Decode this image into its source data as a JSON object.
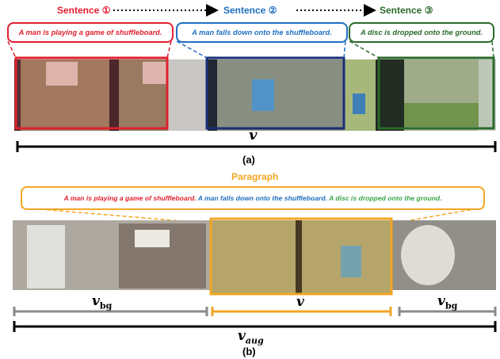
{
  "panel_a": {
    "sentence_headers": [
      {
        "text": "Sentence ①",
        "color": "#e0202f"
      },
      {
        "text": "Sentence ②",
        "color": "#1f6fc0"
      },
      {
        "text": "Sentence ③",
        "color": "#2b6a2b"
      }
    ],
    "sentences": [
      {
        "text": "A man is playing a game of shuffleboard.",
        "color": "#e0202f"
      },
      {
        "text": "A man falls down onto the shuffleboard.",
        "color": "#1f6fc0"
      },
      {
        "text": "A disc is dropped onto the ground.",
        "color": "#2b6a2b"
      }
    ],
    "video_label": "v",
    "caption": "(a)"
  },
  "panel_b": {
    "title": "Paragraph",
    "title_color": "#f2a623",
    "paragraph": [
      {
        "text": "A man is playing a game of shuffleboard.",
        "color": "#e0202f"
      },
      {
        "text": "A man falls down onto the shuffleboard.",
        "color": "#1f6fc0"
      },
      {
        "text": "A disc is dropped onto the ground.",
        "color": "#3aa64a"
      }
    ],
    "left_label": {
      "base": "v",
      "sub": "bg"
    },
    "center_label": "v",
    "right_label": {
      "base": "v",
      "sub": "bg"
    },
    "aug_label": {
      "base": "v",
      "sub": "aug"
    },
    "caption": "(b)"
  }
}
